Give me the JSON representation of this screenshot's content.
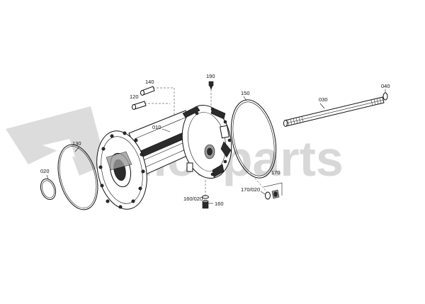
{
  "watermark": {
    "text": "klickparts"
  },
  "callouts": {
    "p010": "010",
    "p020": "020",
    "p030": "030",
    "p040": "040",
    "p120": "120",
    "p130": "130",
    "p140": "140",
    "p150": "150",
    "p160": "160",
    "p160_020": "160/020",
    "p170": "170",
    "p170_020": "170/020",
    "p190": "190"
  }
}
